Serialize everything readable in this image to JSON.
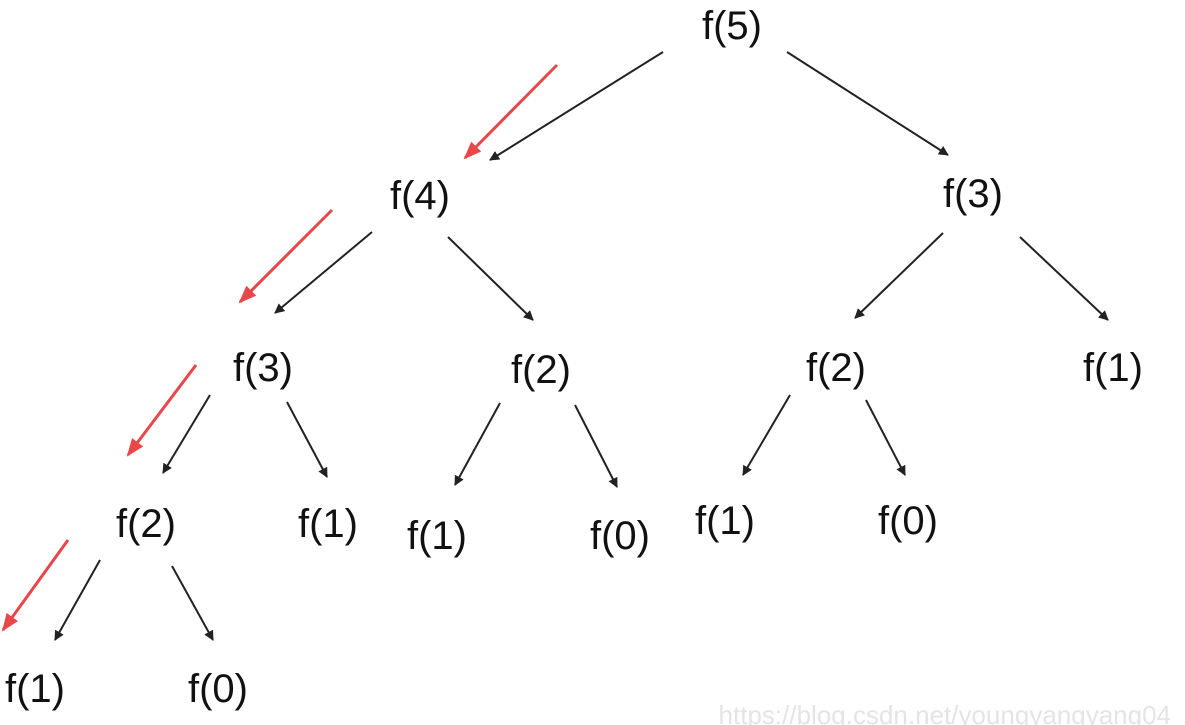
{
  "tree": {
    "nodes": [
      {
        "id": "n5",
        "label": "f(5)"
      },
      {
        "id": "n4",
        "label": "f(4)"
      },
      {
        "id": "n3r",
        "label": "f(3)"
      },
      {
        "id": "n3l",
        "label": "f(3)"
      },
      {
        "id": "n2m",
        "label": "f(2)"
      },
      {
        "id": "n2r",
        "label": "f(2)"
      },
      {
        "id": "n1r",
        "label": "f(1)"
      },
      {
        "id": "n2ll",
        "label": "f(2)"
      },
      {
        "id": "n1a",
        "label": "f(1)"
      },
      {
        "id": "n1b",
        "label": "f(1)"
      },
      {
        "id": "n0b",
        "label": "f(0)"
      },
      {
        "id": "n1c",
        "label": "f(1)"
      },
      {
        "id": "n0c",
        "label": "f(0)"
      },
      {
        "id": "n1d",
        "label": "f(1)"
      },
      {
        "id": "n0d",
        "label": "f(0)"
      }
    ],
    "edges": [
      [
        "n5",
        "n4"
      ],
      [
        "n5",
        "n3r"
      ],
      [
        "n4",
        "n3l"
      ],
      [
        "n4",
        "n2m"
      ],
      [
        "n3r",
        "n2r"
      ],
      [
        "n3r",
        "n1r"
      ],
      [
        "n3l",
        "n2ll"
      ],
      [
        "n3l",
        "n1a"
      ],
      [
        "n2m",
        "n1b"
      ],
      [
        "n2m",
        "n0b"
      ],
      [
        "n2r",
        "n1c"
      ],
      [
        "n2r",
        "n0c"
      ],
      [
        "n2ll",
        "n1d"
      ],
      [
        "n2ll",
        "n0d"
      ]
    ],
    "highlighted_path": [
      "n5",
      "n4",
      "n3l",
      "n2ll",
      "n1d"
    ],
    "edge_color": "#222222",
    "highlight_color": "#e8474a"
  },
  "watermark": "https://blog.csdn.net/youngyangyang04"
}
